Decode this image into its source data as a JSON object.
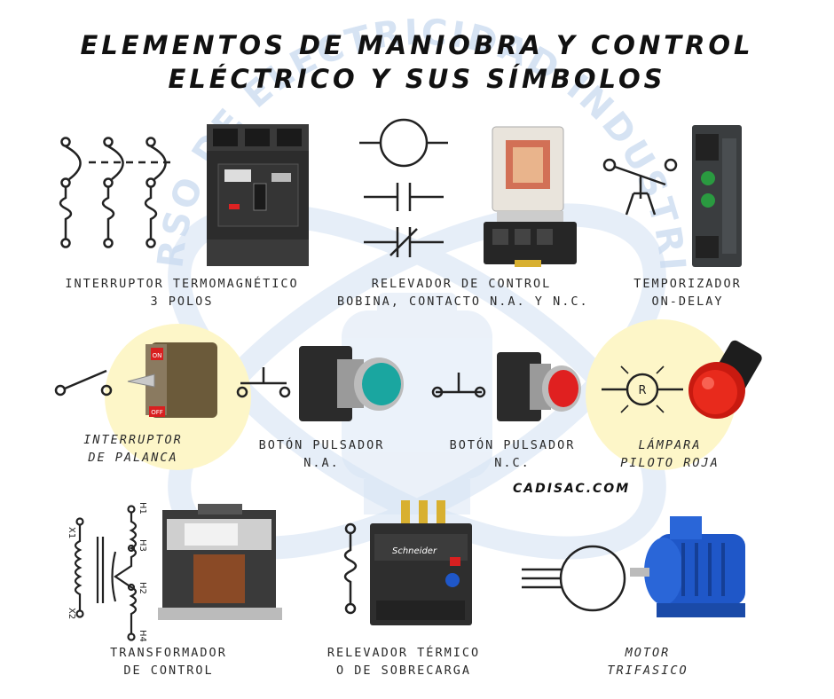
{
  "title": {
    "line1": "ELEMENTOS DE MANIOBRA Y CONTROL",
    "line2": "ELÉCTRICO Y SUS SÍMBOLOS"
  },
  "watermark": {
    "text": "CURSO DE ELECTRICIDAD INDUSTRIAL",
    "color": "#c9daf0"
  },
  "brand": "CADISAC.COM",
  "items": [
    {
      "line1": "INTERRUPTOR TERMOMAGNÉTICO",
      "line2": "3 POLOS"
    },
    {
      "line1": "RELEVADOR DE CONTROL",
      "line2": "BOBINA, CONTACTO N.A. Y N.C."
    },
    {
      "line1": "TEMPORIZADOR",
      "line2": "ON-DELAY"
    },
    {
      "line1": "INTERRUPTOR",
      "line2": "DE PALANCA"
    },
    {
      "line1": "BOTÓN PULSADOR",
      "line2": "N.A."
    },
    {
      "line1": "BOTÓN PULSADOR",
      "line2": "N.C."
    },
    {
      "line1": "LÁMPARA",
      "line2": "PILOTO ROJA"
    },
    {
      "line1": "TRANSFORMADOR",
      "line2": "DE CONTROL"
    },
    {
      "line1": "RELEVADOR TÉRMICO",
      "line2": "O DE SOBRECARGA"
    },
    {
      "line1": "MOTOR",
      "line2": "TRIFASICO"
    }
  ],
  "symbol_text": {
    "lamp_letter": "R",
    "x1": "X1",
    "x2": "X2",
    "h1": "H1",
    "h2": "H2",
    "h3": "H3",
    "h4": "H4"
  },
  "device_text": {
    "toggle_on": "ON",
    "toggle_off": "OFF",
    "relay_brand": "Schneider"
  },
  "colors": {
    "halo": "#fdf6c8",
    "button_green": "#1aa6a0",
    "button_red": "#e02020",
    "lamp_red": "#e82a1c",
    "motor_blue": "#1f57c8",
    "device_dark": "#2b2b2b"
  }
}
